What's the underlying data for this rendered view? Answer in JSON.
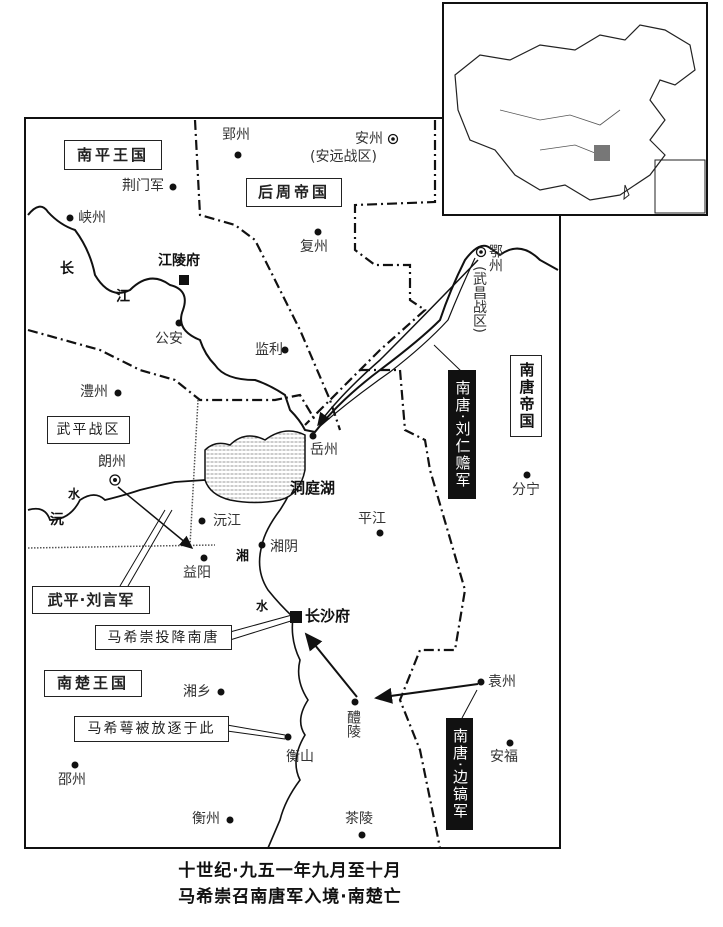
{
  "title": {
    "line1": "十世纪·九五一年九月至十月",
    "line2": "马希崇召南唐军入境·南楚亡"
  },
  "regions": {
    "nanping": "南平王国",
    "houzhou": "后周帝国",
    "nantang": "南唐帝国",
    "wuping": "武平战区",
    "nanchu": "南楚王国"
  },
  "armies": {
    "liu_renshan": "南唐·刘仁赡军",
    "bian_hao": "南唐·边镐军",
    "liu_yan": "武平·刘言军"
  },
  "annotations": {
    "surrender": "马希崇投降南唐",
    "exile": "马希萼被放逐于此"
  },
  "places": {
    "yingzhou": "郢州",
    "anzhou": "安州",
    "anyuan": "(安远战区)",
    "jingmen": "荆门军",
    "xiazhou": "峡州",
    "fuzhou": "复州",
    "jiangling": "江陵府",
    "ezhou": "鄂州",
    "wuchang": "(武昌战区)",
    "gongan": "公安",
    "jianli": "监利",
    "lizhou": "澧州",
    "yuezhou": "岳州",
    "langzhou": "朗州",
    "fenning": "分宁",
    "yuanjiang": "沅江",
    "pingjiang": "平江",
    "xiangyin": "湘阴",
    "yiyang": "益阳",
    "changsha": "长沙府",
    "xiangxiang": "湘乡",
    "yuanzhou": "袁州",
    "liling": "醴陵",
    "hengshan": "衡山",
    "anfu": "安福",
    "shaozhou": "邵州",
    "hengzhou": "衡州",
    "chaling": "茶陵"
  },
  "water": {
    "lake": "洞庭湖",
    "chang": "长",
    "jiang": "江",
    "yuan": "沅",
    "shui1": "水",
    "xiang": "湘",
    "shui2": "水"
  }
}
